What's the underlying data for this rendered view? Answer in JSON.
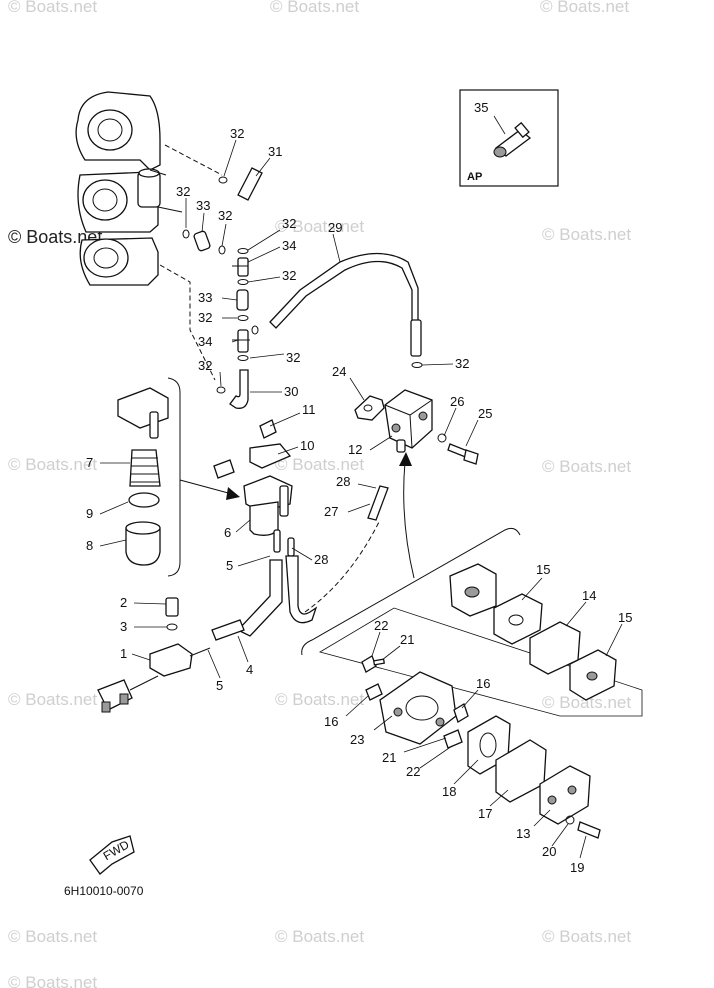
{
  "diagram_code": "6H10010-0070",
  "inset_label": "AP",
  "fwd_label": "FWD",
  "watermarks": [
    "© Boats.net",
    "© Boats.net",
    "© Boats.net",
    "© Boats.net",
    "© Boats.net",
    "© Boats.net",
    "© Boats.net",
    "© Boats.net",
    "© Boats.net",
    "© Boats.net",
    "© Boats.net",
    "© Boats.net",
    "© Boats.net",
    "© Boats.net",
    "© Boats.net"
  ],
  "main_watermark": "© Boats.net",
  "callouts": [
    "35",
    "32",
    "31",
    "32",
    "33",
    "32",
    "32",
    "34",
    "29",
    "32",
    "33",
    "32",
    "34",
    "32",
    "32",
    "30",
    "32",
    "24",
    "26",
    "25",
    "12",
    "11",
    "10",
    "7",
    "9",
    "8",
    "6",
    "28",
    "27",
    "5",
    "28",
    "2",
    "3",
    "1",
    "5",
    "4",
    "22",
    "21",
    "16",
    "23",
    "21",
    "22",
    "18",
    "17",
    "13",
    "20",
    "19",
    "15",
    "14",
    "15",
    "16"
  ]
}
